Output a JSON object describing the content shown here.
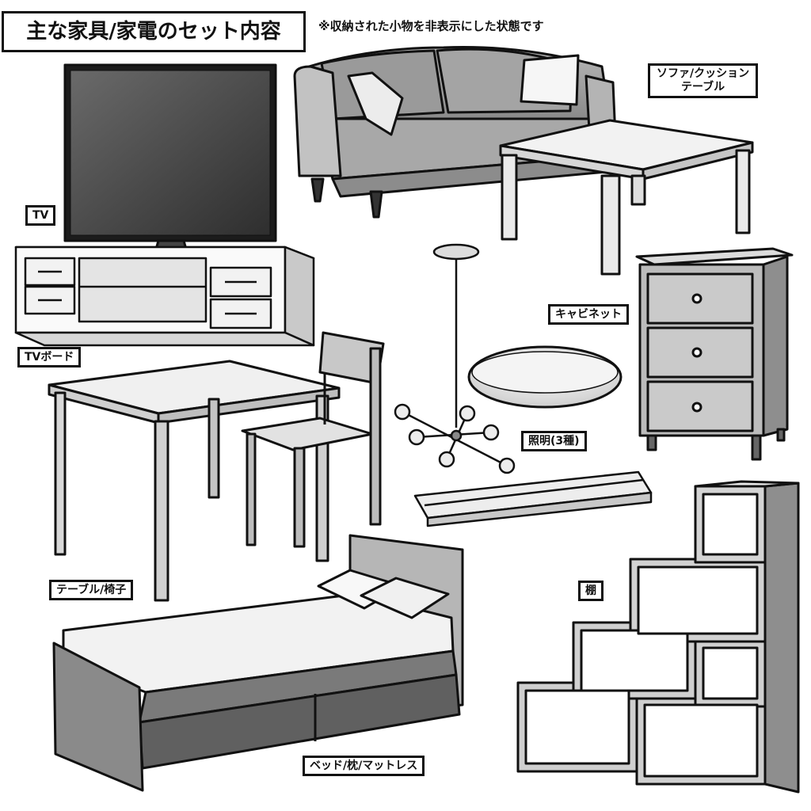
{
  "title": "主な家具/家電のセット内容",
  "note": "※収納された小物を非表示にした状態です",
  "labels": {
    "tv": "TV",
    "tv_board": "TVボード",
    "sofa_line1": "ソファ/クッション",
    "sofa_line2": "テーブル",
    "cabinet": "キャビネット",
    "lighting": "照明(3種)",
    "table_chair": "テーブル/椅子",
    "shelf": "棚",
    "bed": "ベッド/枕/マットレス"
  }
}
